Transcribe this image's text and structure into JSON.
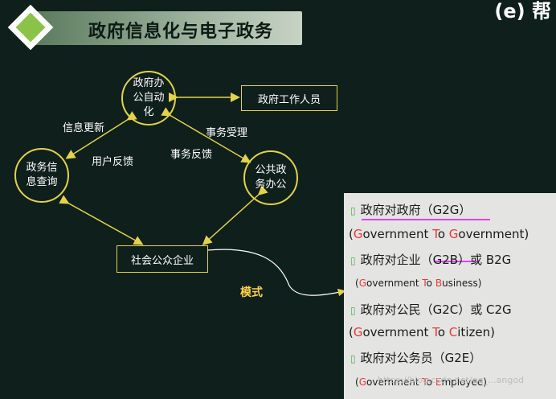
{
  "title": "政府信息化与电子政务",
  "header_logo_fragment": "(e) 帮",
  "diagram": {
    "nodes": {
      "office": "政府办公自动化",
      "query": "政务信息查询",
      "public": "公共政务办公",
      "staff": "政府工作人员",
      "enterprise": "社会公众企业"
    },
    "edge_labels": {
      "info_update": "信息更新",
      "user_feedback": "用户反馈",
      "affairs_accept": "事务受理",
      "affairs_feedback": "事务反馈"
    },
    "mode_label": "模式"
  },
  "modes": [
    {
      "cn": "政府对政府（G2G）",
      "en": "(Government To Government)"
    },
    {
      "cn": "政府对企业（G2B）或 B2G",
      "en": "(Government To Business)"
    },
    {
      "cn": "政府对公民（G2C）或 C2G",
      "en": "(Government To Citizen)"
    },
    {
      "cn": "政府对公务员（G2E）",
      "en": "(Government To Employee)"
    }
  ],
  "watermark": "https://blog.csdn.net/qq_...angod"
}
